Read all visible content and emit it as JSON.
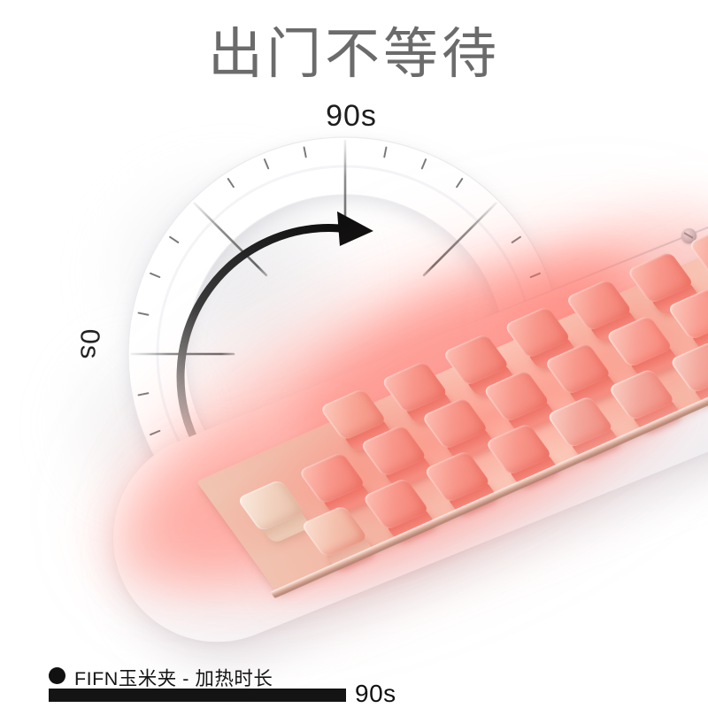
{
  "title": {
    "text": "出门不等待"
  },
  "dial": {
    "max_label": "90s",
    "min_label": "0s",
    "description": "timer dial with clockwise arrow from 0s to 90s"
  },
  "legend": {
    "bullet_icon": "filled-circle",
    "product_label": "FIFN玉米夹 - 加热时长",
    "duration_label": "90s"
  },
  "theme": {
    "title_color": "#6b6b6b",
    "text_color": "#141414",
    "heat_pink": "#f79185",
    "heat_red": "#ee6e62",
    "pale_bump": "#f3d2bf",
    "plate": "#f6b9a8",
    "glow": "#ff7d70",
    "body_white": "#ffffff"
  }
}
